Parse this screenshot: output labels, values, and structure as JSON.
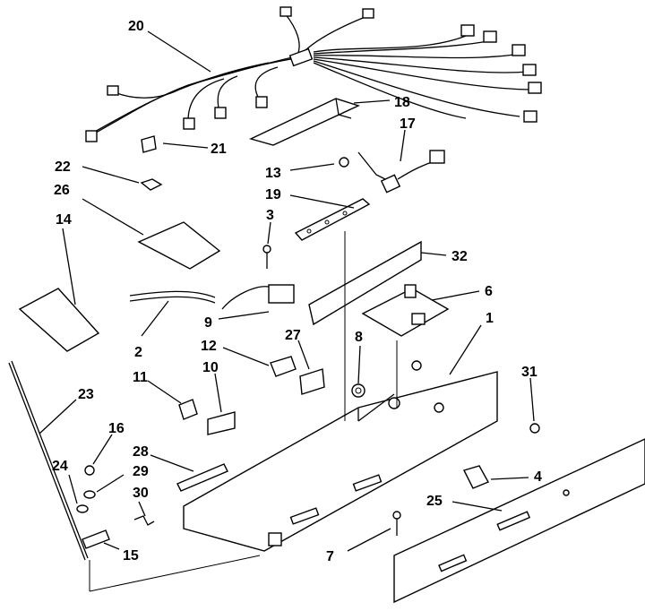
{
  "labels": [
    {
      "id": "20",
      "text": "20"
    },
    {
      "id": "18",
      "text": "18"
    },
    {
      "id": "17",
      "text": "17"
    },
    {
      "id": "21",
      "text": "21"
    },
    {
      "id": "22",
      "text": "22"
    },
    {
      "id": "13",
      "text": "13"
    },
    {
      "id": "19",
      "text": "19"
    },
    {
      "id": "26",
      "text": "26"
    },
    {
      "id": "3",
      "text": "3"
    },
    {
      "id": "14",
      "text": "14"
    },
    {
      "id": "32",
      "text": "32"
    },
    {
      "id": "6",
      "text": "6"
    },
    {
      "id": "2",
      "text": "2"
    },
    {
      "id": "9",
      "text": "9"
    },
    {
      "id": "1",
      "text": "1"
    },
    {
      "id": "12",
      "text": "12"
    },
    {
      "id": "27",
      "text": "27"
    },
    {
      "id": "8",
      "text": "8"
    },
    {
      "id": "11",
      "text": "11"
    },
    {
      "id": "10",
      "text": "10"
    },
    {
      "id": "31",
      "text": "31"
    },
    {
      "id": "23",
      "text": "23"
    },
    {
      "id": "16",
      "text": "16"
    },
    {
      "id": "28",
      "text": "28"
    },
    {
      "id": "24",
      "text": "24"
    },
    {
      "id": "29",
      "text": "29"
    },
    {
      "id": "4",
      "text": "4"
    },
    {
      "id": "30",
      "text": "30"
    },
    {
      "id": "25",
      "text": "25"
    },
    {
      "id": "15",
      "text": "15"
    },
    {
      "id": "7",
      "text": "7"
    }
  ]
}
